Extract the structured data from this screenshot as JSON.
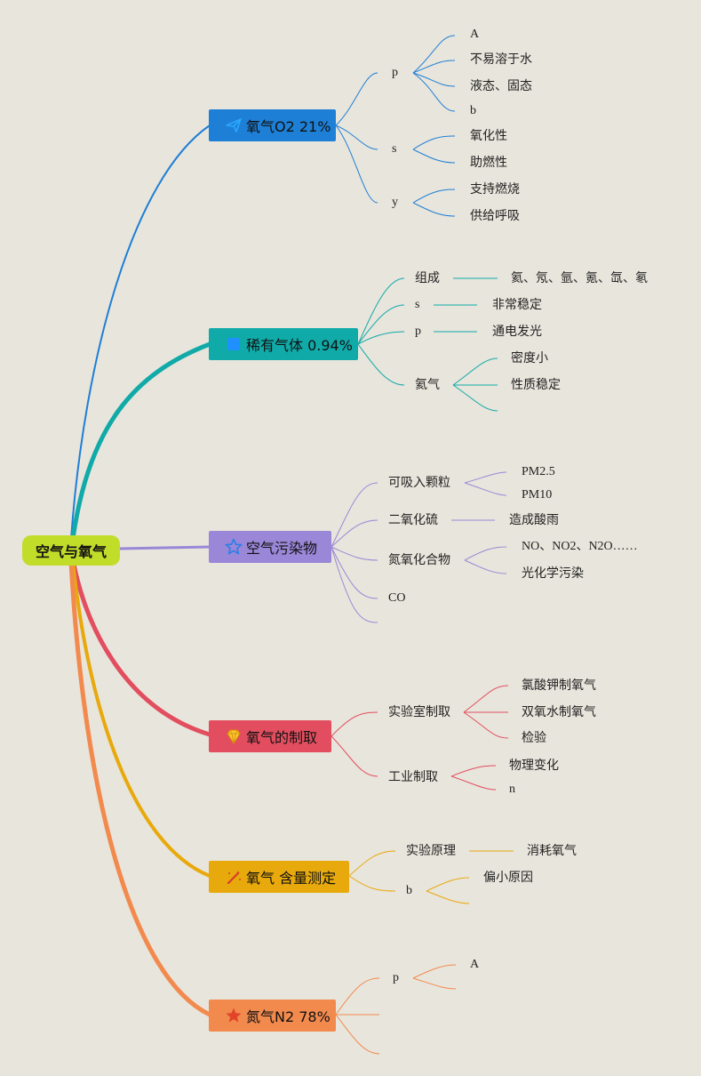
{
  "root": {
    "label": "空气与氧气"
  },
  "branches": {
    "oxygen": {
      "label": "氧气O2 21%",
      "color": "#1e7fd6",
      "icon": "paper-plane-icon"
    },
    "rare_gas": {
      "label": "稀有气体 0.94%",
      "color": "#10aaa8",
      "icon": "square-icon"
    },
    "pollutants": {
      "label": "空气污染物",
      "color": "#9a87d8",
      "icon": "star-outline-icon"
    },
    "preparation": {
      "label": "氧气的制取",
      "color": "#e24e5f",
      "icon": "gem-icon"
    },
    "measurement": {
      "label": "氧气 含量测定",
      "color": "#e8a90c",
      "icon": "magic-wand-icon"
    },
    "nitrogen": {
      "label": "氮气N2 78%",
      "color": "#f28a4e",
      "icon": "star-filled-icon"
    }
  },
  "oxygen": {
    "p": {
      "label": "p",
      "children": [
        "A",
        "不易溶于水",
        "液态、固态",
        "b"
      ]
    },
    "s": {
      "label": "s",
      "children": [
        "氧化性",
        "助燃性"
      ]
    },
    "y": {
      "label": "y",
      "children": [
        "支持燃烧",
        "供给呼吸"
      ]
    }
  },
  "rare_gas": {
    "composition": {
      "label": "组成",
      "value": "氦、氖、氩、氪、氙、氡"
    },
    "s": {
      "label": "s",
      "value": "非常稳定"
    },
    "p": {
      "label": "p",
      "value": "通电发光"
    },
    "helium": {
      "label": "氦气",
      "children": [
        "密度小",
        "性质稳定"
      ]
    }
  },
  "pollutants": {
    "particles": {
      "label": "可吸入颗粒",
      "children": [
        "PM2.5",
        "PM10"
      ]
    },
    "so2": {
      "label": "二氧化硫",
      "value": "造成酸雨"
    },
    "nox": {
      "label": "氮氧化合物",
      "children": [
        "NO、NO2、N2O……",
        "光化学污染"
      ]
    },
    "co": {
      "label": "CO"
    }
  },
  "preparation": {
    "lab": {
      "label": "实验室制取",
      "children": [
        "氯酸钾制氧气",
        "双氧水制氧气",
        "检验"
      ]
    },
    "industry": {
      "label": "工业制取",
      "children": [
        "物理变化",
        "n"
      ]
    }
  },
  "measurement": {
    "principle": {
      "label": "实验原理",
      "value": "消耗氧气"
    },
    "b": {
      "label": "b",
      "children": [
        "偏小原因"
      ]
    }
  },
  "nitrogen": {
    "p": {
      "label": "p",
      "children": [
        "A"
      ]
    }
  }
}
